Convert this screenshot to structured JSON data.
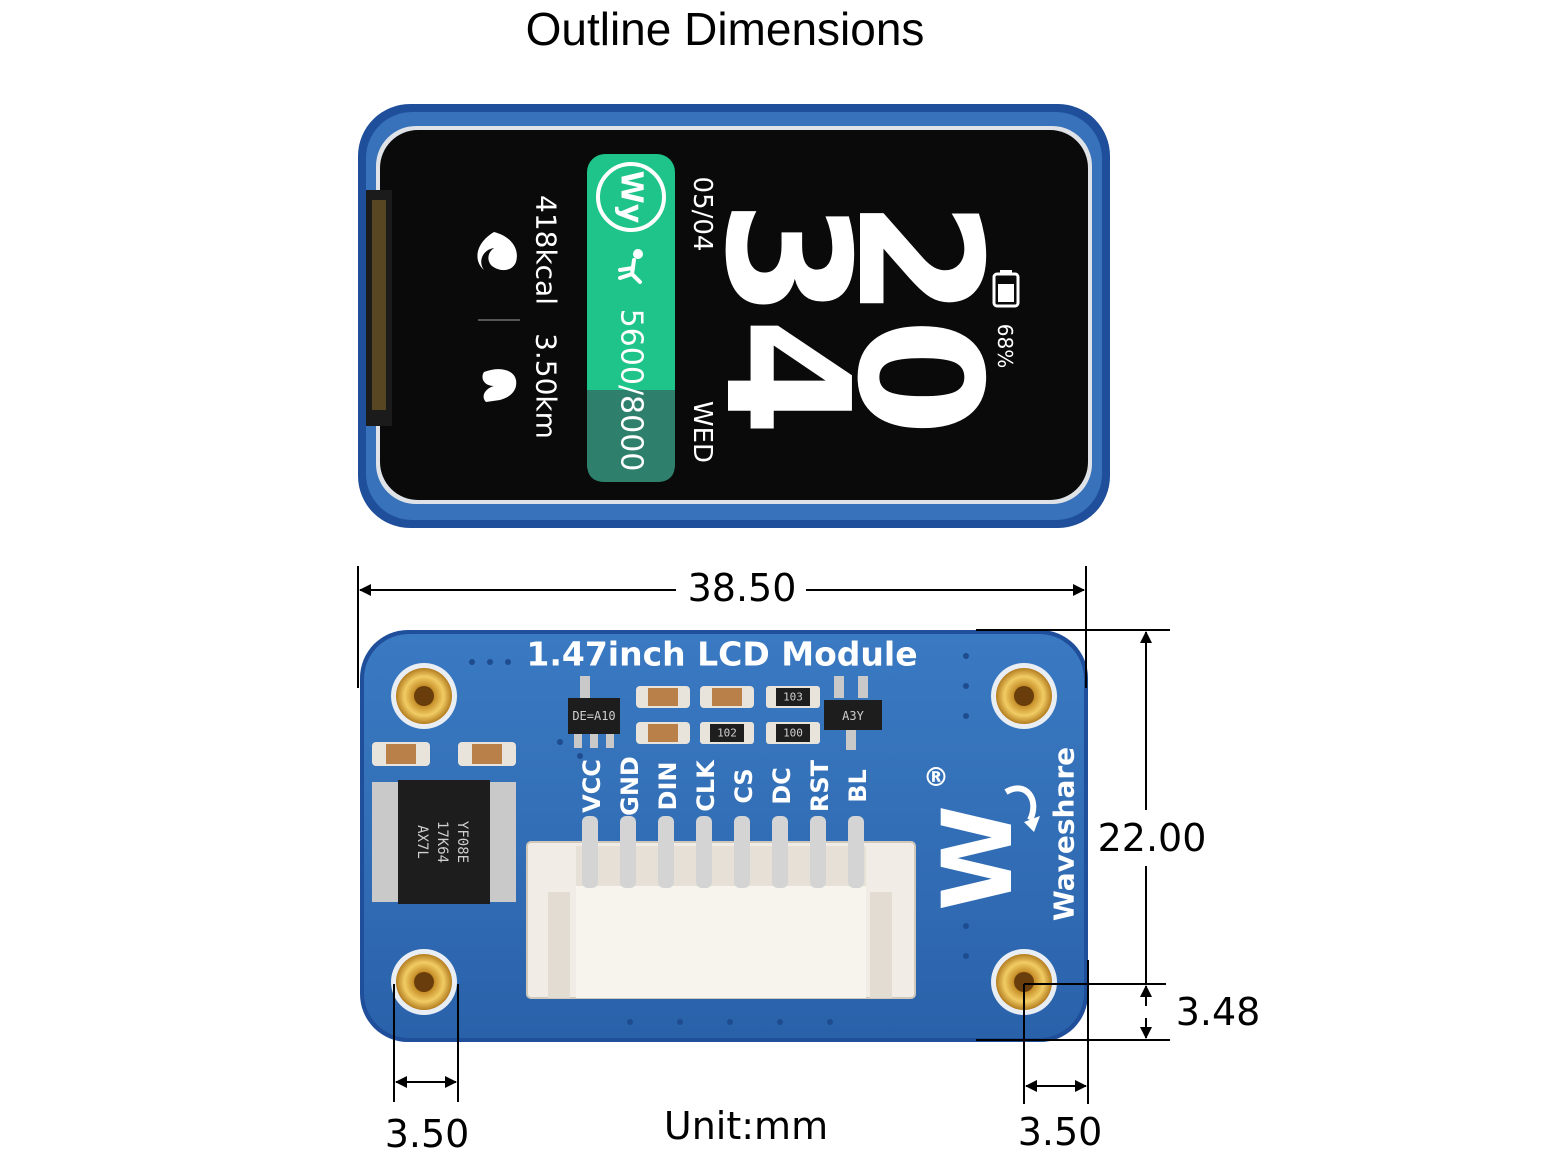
{
  "title": "Outline Dimensions",
  "screen": {
    "date": "05/04",
    "weekday": "WED",
    "hour": "20",
    "minute": "34",
    "battery": "68%",
    "steps": "5600/8000",
    "calories": "418kcal",
    "distance": "3.50km",
    "icons": [
      "waveshare-logo-icon",
      "walker-icon",
      "battery-icon",
      "flame-icon",
      "shoe-icon"
    ]
  },
  "board": {
    "title": "1.47inch LCD Module",
    "brand": "Waveshare",
    "registered": "®",
    "pins": [
      "VCC",
      "GND",
      "DIN",
      "CLK",
      "CS",
      "DC",
      "RST",
      "BL"
    ],
    "chip_main": [
      "YF08E",
      "17K64",
      "AX7L"
    ],
    "chip_small": "DE=A10",
    "resistors": [
      "103",
      "102",
      "100"
    ],
    "transistor": "A3Y"
  },
  "dimensions": {
    "width": "38.50",
    "height": "22.00",
    "hole_offset_y": "3.48",
    "hole_offset_left": "3.50",
    "hole_offset_right": "3.50",
    "unit": "Unit:mm"
  },
  "colors": {
    "pcb_blue": "#2f6fb5",
    "pcb_edge": "#1f4f9a",
    "step_green": "#1ec489",
    "step_dark": "#2e7f6c",
    "gold": "#d8a83c"
  }
}
